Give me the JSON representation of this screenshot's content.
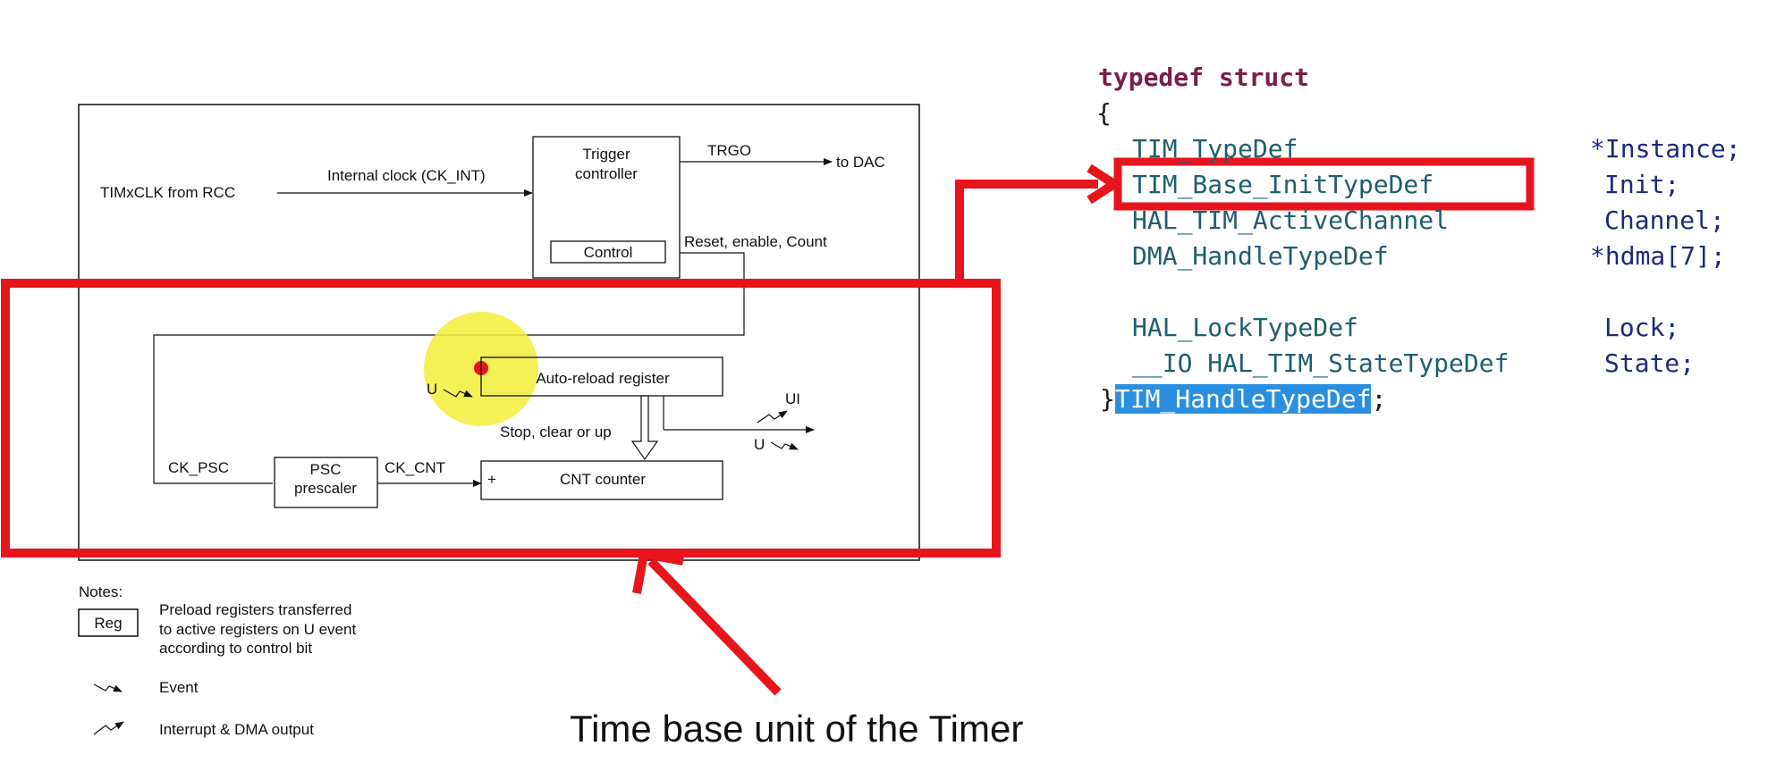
{
  "diagram": {
    "clock_source": "TIMxCLK from RCC",
    "internal_clock": "Internal clock (CK_INT)",
    "trigger_controller": [
      "Trigger",
      "controller"
    ],
    "control": "Control",
    "trgo": "TRGO",
    "to_dac": "to DAC",
    "reset_enable_count": "Reset, enable, Count",
    "auto_reload": "Auto-reload register",
    "u_event": "U",
    "stop_clear_up": "Stop, clear or up",
    "ui": "UI",
    "u_out": "U",
    "ck_psc": "CK_PSC",
    "psc_prescaler": [
      "PSC",
      "prescaler"
    ],
    "ck_cnt": "CK_CNT",
    "plus": "+",
    "cnt_counter": "CNT counter"
  },
  "notes": {
    "title": "Notes:",
    "reg_box": "Reg",
    "reg_desc": [
      "Preload registers transferred",
      "to active registers on U event",
      "according to control bit"
    ],
    "event": "Event",
    "interrupt": "Interrupt & DMA output"
  },
  "code": {
    "open": "typedef struct",
    "brace_open": "{",
    "fields": [
      {
        "type": "TIM_TypeDef",
        "name": "*Instance;"
      },
      {
        "type": "TIM_Base_InitTypeDef",
        "name": "Init;"
      },
      {
        "type": "HAL_TIM_ActiveChannel",
        "name": "Channel;"
      },
      {
        "type": "DMA_HandleTypeDef",
        "name": "*hdma[7];"
      },
      {
        "type": "HAL_LockTypeDef",
        "name": "Lock;"
      },
      {
        "type": "__IO HAL_TIM_StateTypeDef",
        "name": "State;"
      }
    ],
    "brace_close": "}",
    "typedef_name": "TIM_HandleTypeDef",
    "semicolon": ";"
  },
  "caption": "Time base unit of the Timer",
  "colors": {
    "highlight_red": "#e8141c",
    "selection_blue": "#2a8fe0",
    "cursor_yellow": "#f2ee3a"
  }
}
